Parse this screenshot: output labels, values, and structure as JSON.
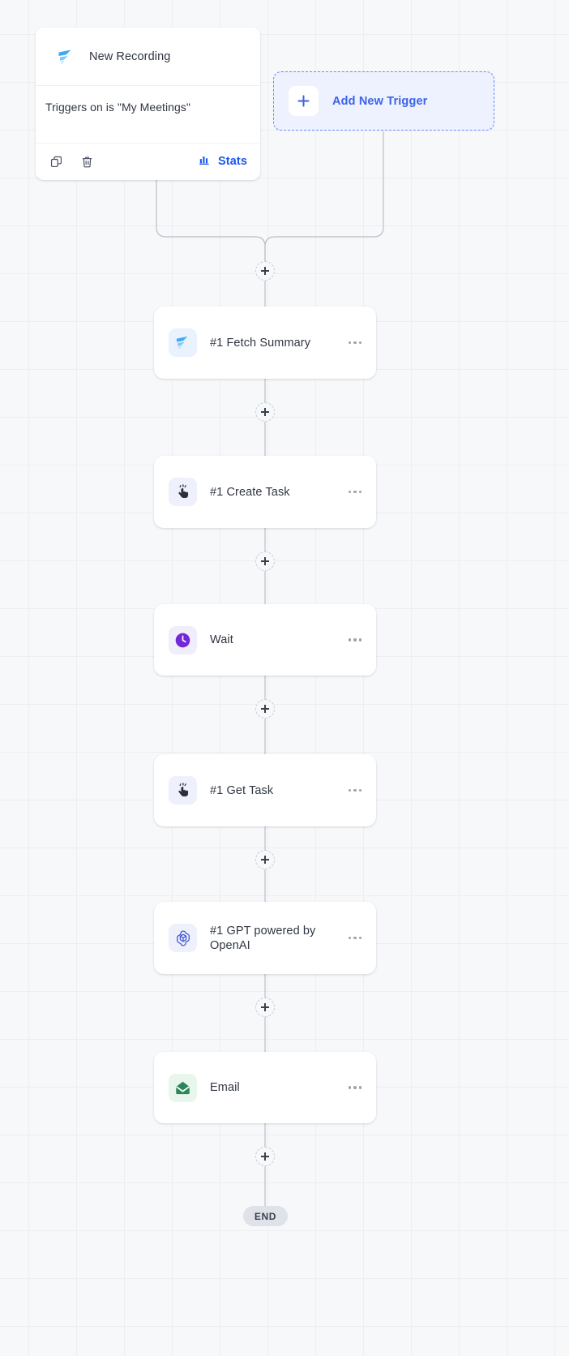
{
  "canvas": {
    "background": "#f7f8fa",
    "grid_color": "#eceef2"
  },
  "trigger_card": {
    "icon": "fireflies-logo-icon",
    "title": "New Recording",
    "description": "Triggers on is \"My Meetings\"",
    "footer": {
      "duplicate_icon": "copy-icon",
      "delete_icon": "trash-icon",
      "stats_icon": "bar-chart-icon",
      "stats_label": "Stats",
      "stats_color": "#1a56f0"
    }
  },
  "add_trigger": {
    "plus_icon": "plus-icon",
    "label": "Add New Trigger",
    "accent_color": "#3b63e8",
    "background": "#eef2fe",
    "border_color": "#6b8af7"
  },
  "nodes": [
    {
      "id": "fetch-summary",
      "label": "#1 Fetch Summary",
      "icon": "fireflies-logo-icon",
      "icon_bg": "#eaf2fe",
      "menu_icon": "ellipsis-icon"
    },
    {
      "id": "create-task",
      "label": "#1 Create Task",
      "icon": "clickup-cursor-icon",
      "icon_bg": "#eef0fb",
      "menu_icon": "ellipsis-icon"
    },
    {
      "id": "wait",
      "label": "Wait",
      "icon": "clock-icon",
      "icon_bg": "#f1eefb",
      "menu_icon": "ellipsis-icon"
    },
    {
      "id": "get-task",
      "label": "#1 Get Task",
      "icon": "clickup-cursor-icon",
      "icon_bg": "#eef0fb",
      "menu_icon": "ellipsis-icon"
    },
    {
      "id": "gpt-openai",
      "label": "#1 GPT powered by OpenAI",
      "icon": "openai-icon",
      "icon_bg": "#eef0fb",
      "menu_icon": "ellipsis-icon"
    },
    {
      "id": "email",
      "label": "Email",
      "icon": "envelope-icon",
      "icon_bg": "#e8f6ee",
      "menu_icon": "ellipsis-icon"
    }
  ],
  "add_step_buttons": [
    {
      "id": "add-step-after-triggers"
    },
    {
      "id": "add-step-after-fetch-summary"
    },
    {
      "id": "add-step-after-create-task"
    },
    {
      "id": "add-step-after-wait"
    },
    {
      "id": "add-step-after-get-task"
    },
    {
      "id": "add-step-after-gpt"
    },
    {
      "id": "add-step-after-email"
    }
  ],
  "end_badge": {
    "label": "END",
    "background": "#dfe2e8"
  }
}
